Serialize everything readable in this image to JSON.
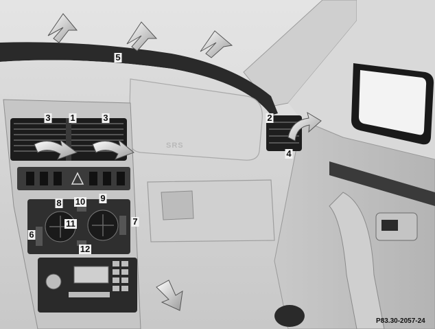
{
  "figure": {
    "reference_code": "P83.30-2057-24",
    "airbag_marking": "SRS"
  },
  "callouts": [
    "1",
    "2",
    "3",
    "3",
    "4",
    "5",
    "6",
    "7",
    "8",
    "9",
    "10",
    "11",
    "12"
  ]
}
